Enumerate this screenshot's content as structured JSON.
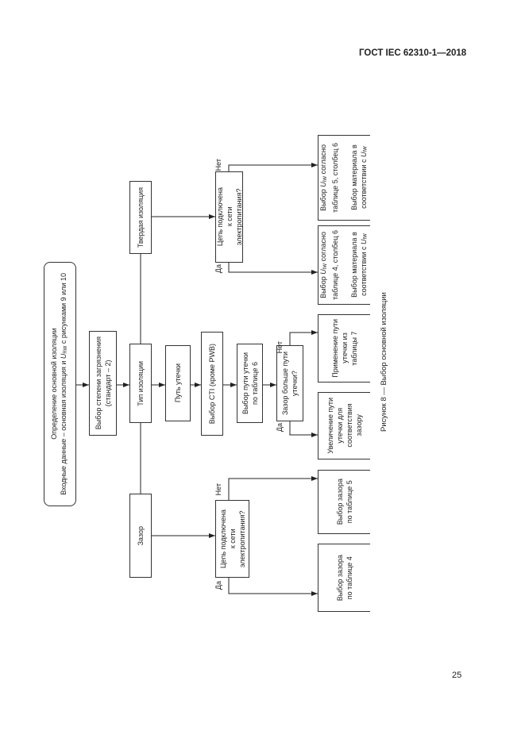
{
  "header": "ГОСТ IEC 62310-1—2018",
  "page_number": "25",
  "caption": "Рисунок 8 — Выбор основной изоляции",
  "nodes": {
    "start": "Определение основной изоляции\nВходные данные – основная изоляция и U_RW с рисунками 9 или 10",
    "pollution": "Выбор степени загрязнения\n(стандарт – 2)",
    "type": "Тип изоляции",
    "solid": "Твердая изоляция",
    "clearance": "Зазор",
    "creepage": "Путь утечки",
    "cti": "Выбор CTI (кроме PWB)",
    "creep_table6": "Выбор пути утечки\nпо таблице 6",
    "clear_gt_creep": "Зазор больше пути\nутечки?",
    "apply_table7": "Применение пути\nутечки из\nтаблицы 7",
    "increase_creep": "Увеличение пути\nутечки для\nсоответствия\nзазору",
    "solid_mains": "Цепь подключена\nк сети\nэлектропитания?",
    "solid_no": "Выбор U_IW согласно\nтаблице 5, столбец 6\n\nВыбор материала в\nсоответствии с U_IW",
    "solid_yes": "Выбор U_IW согласно\nтаблице 4, столбец 6\n\nВыбор материала в\nсоответствии с U_IW",
    "clear_mains": "Цепь подключена\nк сети\nэлектропитания?",
    "clear_no": "Выбор зазора\nпо таблице 5",
    "clear_yes": "Выбор зазора\nпо таблице 4"
  },
  "labels": {
    "yes": "Да",
    "no": "Нет"
  }
}
